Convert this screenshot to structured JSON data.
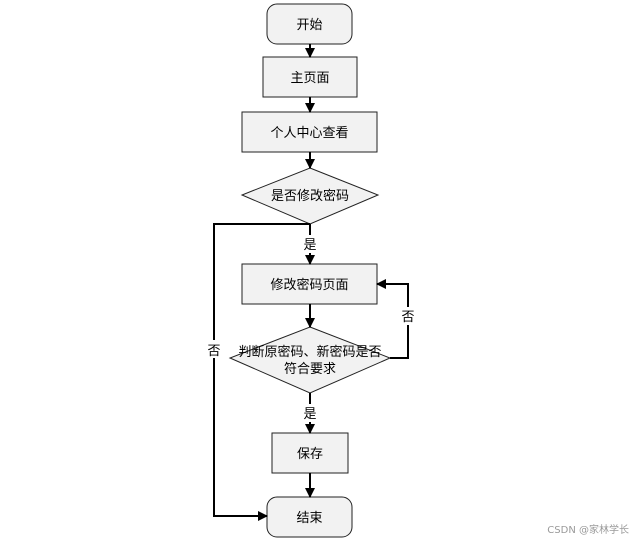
{
  "flowchart": {
    "start_label": "开始",
    "home_page_label": "主页面",
    "personal_center_label": "个人中心查看",
    "decision_change_password_label": "是否修改密码",
    "change_password_page_label": "修改密码页面",
    "decision_check_line1": "判断原密码、新密码是否",
    "decision_check_line2": "符合要求",
    "save_label": "保存",
    "end_label": "结束",
    "yes_label_1": "是",
    "yes_label_2": "是",
    "no_label_left": "否",
    "no_label_right": "否"
  },
  "colors": {
    "node_fill": "#f2f2f2",
    "node_stroke": "#222222",
    "line_color": "#000000"
  },
  "watermark": {
    "text": "CSDN @家林学长"
  }
}
